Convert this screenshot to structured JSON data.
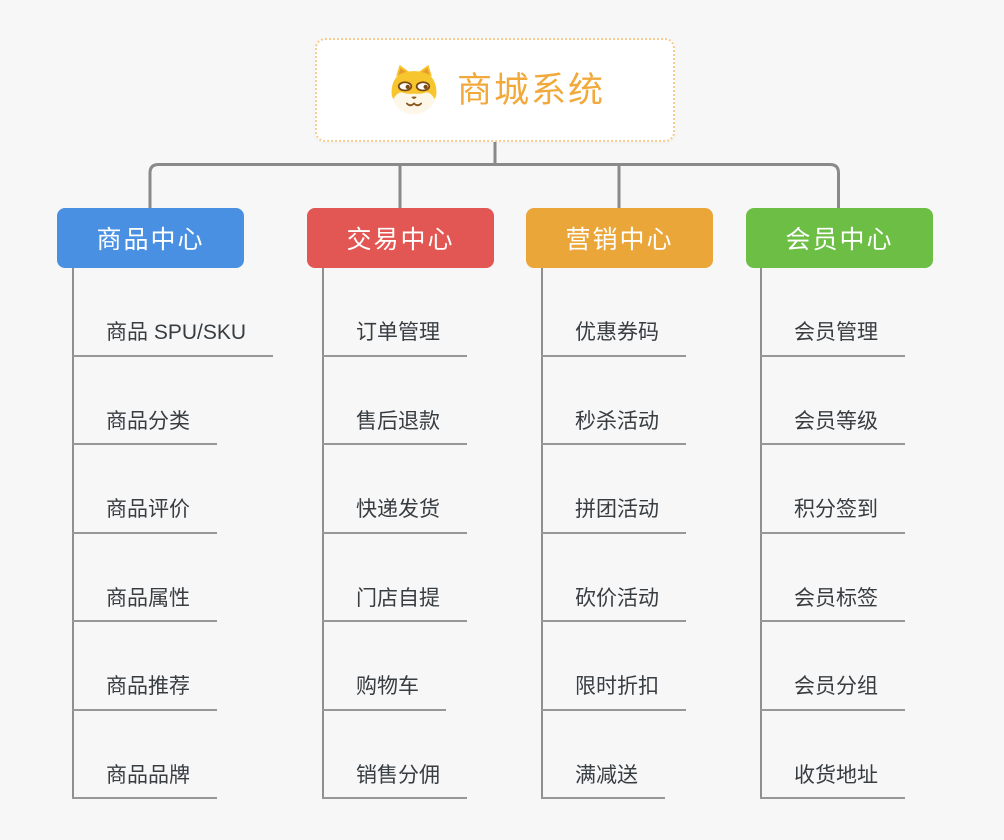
{
  "root": {
    "title": "商城系统",
    "icon": "shiba-dog-icon",
    "text_color": "#f2a93c",
    "border_color": "#f6cd8f"
  },
  "branches": [
    {
      "label": "商品中心",
      "color": "#4a90e2",
      "children": [
        "商品 SPU/SKU",
        "商品分类",
        "商品评价",
        "商品属性",
        "商品推荐",
        "商品品牌"
      ]
    },
    {
      "label": "交易中心",
      "color": "#e25653",
      "children": [
        "订单管理",
        "售后退款",
        "快递发货",
        "门店自提",
        "购物车",
        "销售分佣"
      ]
    },
    {
      "label": "营销中心",
      "color": "#eaa638",
      "children": [
        "优惠券码",
        "秒杀活动",
        "拼团活动",
        "砍价活动",
        "限时折扣",
        "满减送"
      ]
    },
    {
      "label": "会员中心",
      "color": "#6cbe45",
      "children": [
        "会员管理",
        "会员等级",
        "积分签到",
        "会员标签",
        "会员分组",
        "收货地址"
      ]
    }
  ],
  "connector_color": "#8a8a8a",
  "background_color": "#f7f7f7"
}
